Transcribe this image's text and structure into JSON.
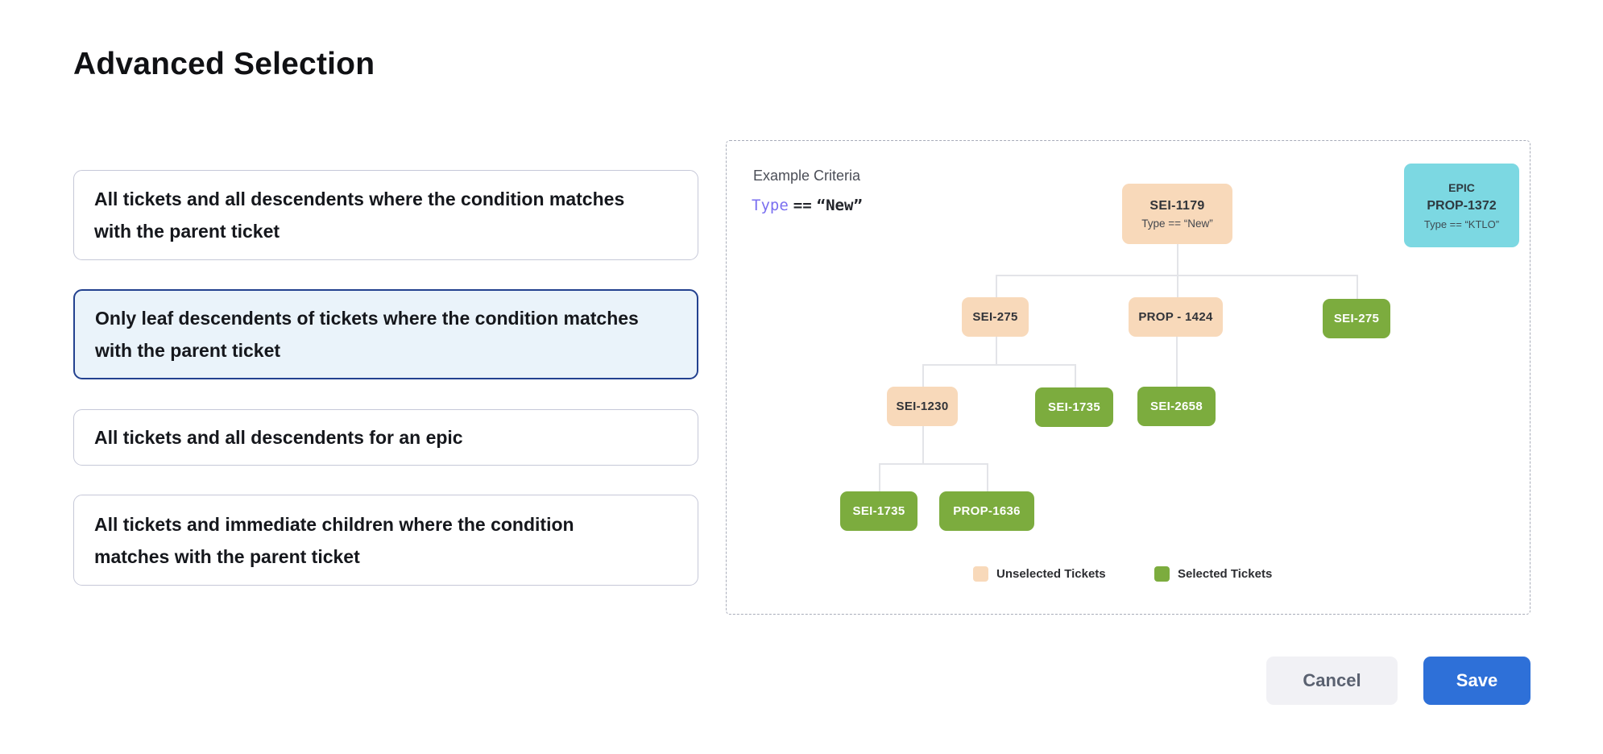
{
  "page": {
    "title": "Advanced Selection"
  },
  "options": [
    {
      "label": "All tickets and all descendents where the condition matches with the parent ticket",
      "selected": false
    },
    {
      "label": "Only leaf descendents of tickets where the condition matches with the parent ticket",
      "selected": true
    },
    {
      "label": "All tickets and all descendents for an epic",
      "selected": false
    },
    {
      "label": "All tickets and immediate children where the condition matches with the parent ticket",
      "selected": false
    }
  ],
  "diagram": {
    "criteria_heading": "Example Criteria",
    "criteria": {
      "field": "Type",
      "operator": "==",
      "value": "“New”"
    },
    "epic_card": {
      "kind": "EPIC",
      "id": "PROP-1372",
      "criteria": "Type == “KTLO”"
    },
    "root": {
      "id": "SEI-1179",
      "criteria": "Type == “New”",
      "state": "unselected"
    },
    "nodes": {
      "row2_left": {
        "id": "SEI-275",
        "state": "unselected"
      },
      "row2_mid": {
        "id": "PROP - 1424",
        "state": "unselected"
      },
      "row2_right": {
        "id": "SEI-275",
        "state": "selected"
      },
      "row3_left": {
        "id": "SEI-1230",
        "state": "unselected"
      },
      "row3_mid": {
        "id": "SEI-1735",
        "state": "selected"
      },
      "row3_right": {
        "id": "SEI-2658",
        "state": "selected"
      },
      "row4_left": {
        "id": "SEI-1735",
        "state": "selected"
      },
      "row4_right": {
        "id": "PROP-1636",
        "state": "selected"
      }
    },
    "edges": [
      [
        "root",
        "row2_left"
      ],
      [
        "root",
        "row2_mid"
      ],
      [
        "root",
        "row2_right"
      ],
      [
        "row2_left",
        "row3_left"
      ],
      [
        "row2_left",
        "row3_mid"
      ],
      [
        "row2_mid",
        "row3_right"
      ],
      [
        "row3_left",
        "row4_left"
      ],
      [
        "row3_left",
        "row4_right"
      ]
    ],
    "legend": {
      "unselected": "Unselected Tickets",
      "selected": "Selected Tickets"
    }
  },
  "actions": {
    "cancel": "Cancel",
    "save": "Save"
  },
  "colors": {
    "unselected_ticket": "#F8D9BA",
    "selected_ticket": "#7CAC3E",
    "epic_card": "#7CD8E2",
    "primary_button": "#2E70D8",
    "selected_option_border": "#23418F",
    "selected_option_background": "#EAF3FA"
  }
}
